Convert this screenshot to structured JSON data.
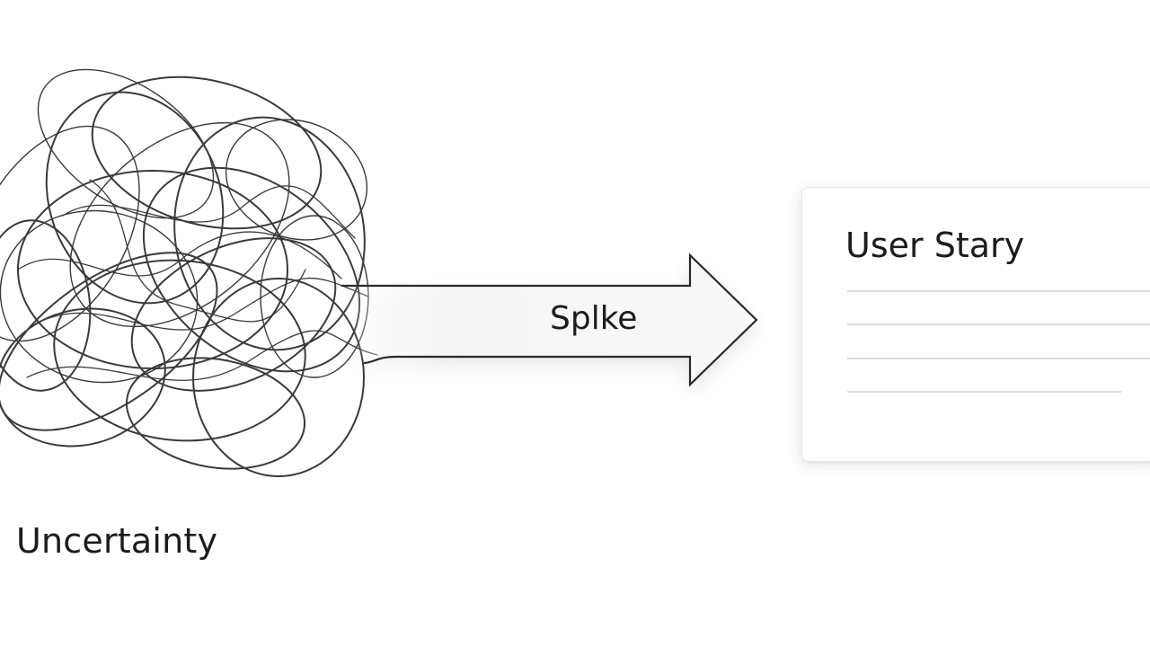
{
  "labels": {
    "uncertainty": "Uncertainty",
    "spike": "Splke",
    "story_title": "User Stary"
  },
  "colors": {
    "ink": "#2a2a2a",
    "rule": "#dcdcdc",
    "background": "#ffffff"
  }
}
